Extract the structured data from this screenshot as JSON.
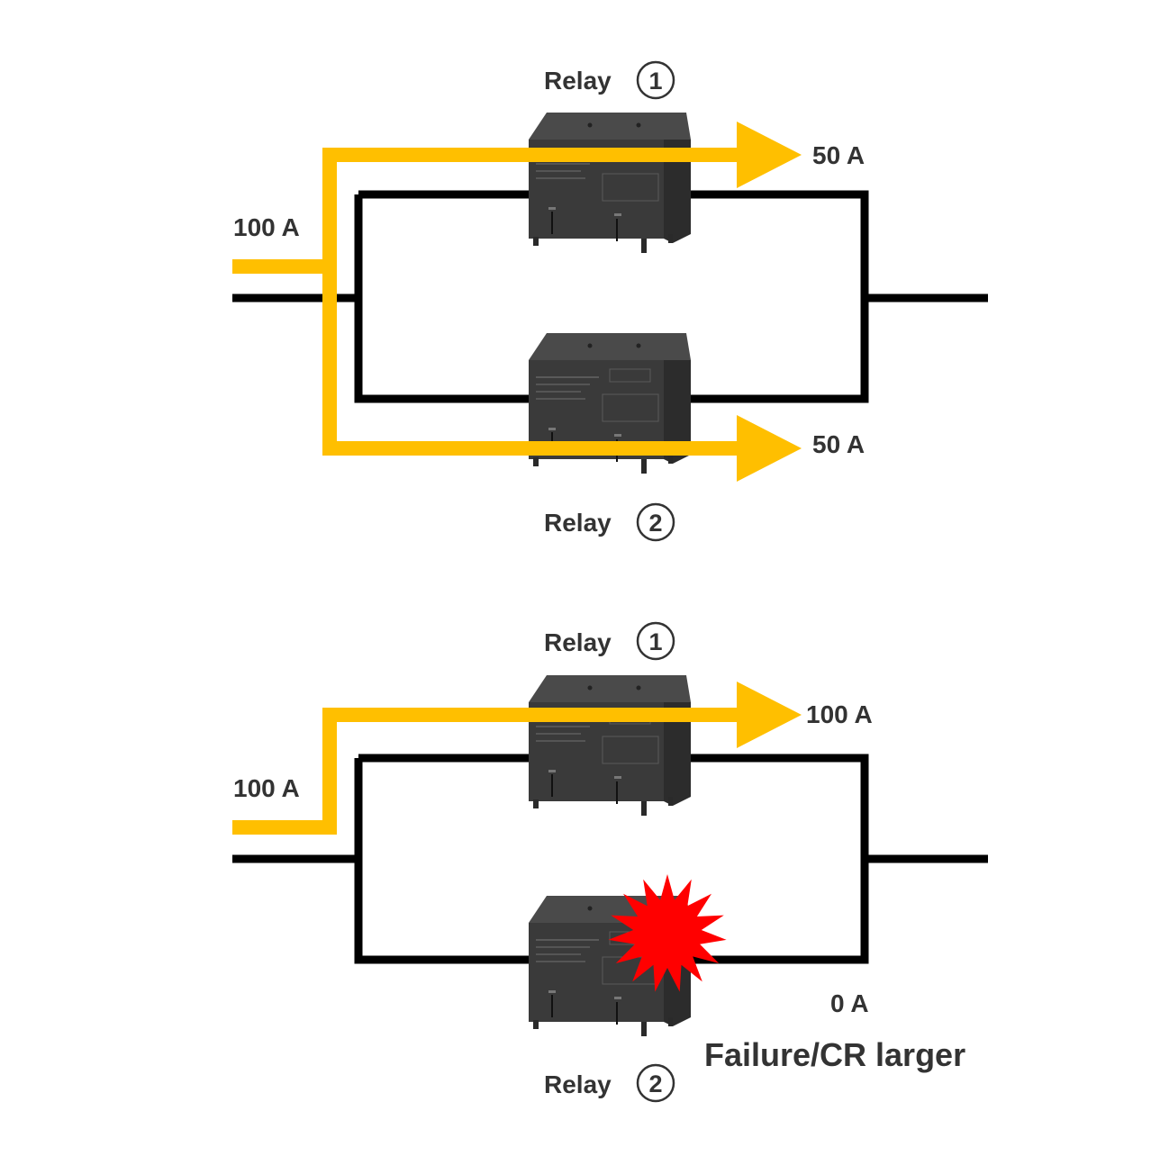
{
  "colors": {
    "wire": "#000000",
    "current_flow": "#FFBF00",
    "failure": "#FF0000",
    "text": "#333333",
    "relay_body": "#3a3a3a"
  },
  "top_diagram": {
    "input_current": "100 A",
    "relay_1_label": "Relay",
    "relay_1_number": "1",
    "relay_2_label": "Relay",
    "relay_2_number": "2",
    "output_current_relay_1": "50 A",
    "output_current_relay_2": "50 A"
  },
  "bottom_diagram": {
    "input_current": "100 A",
    "relay_1_label": "Relay",
    "relay_1_number": "1",
    "relay_2_label": "Relay",
    "relay_2_number": "2",
    "output_current_relay_1": "100 A",
    "output_current_relay_2": "0 A",
    "failure_caption": "Failure/CR larger",
    "failure_icon": "starburst-icon"
  }
}
